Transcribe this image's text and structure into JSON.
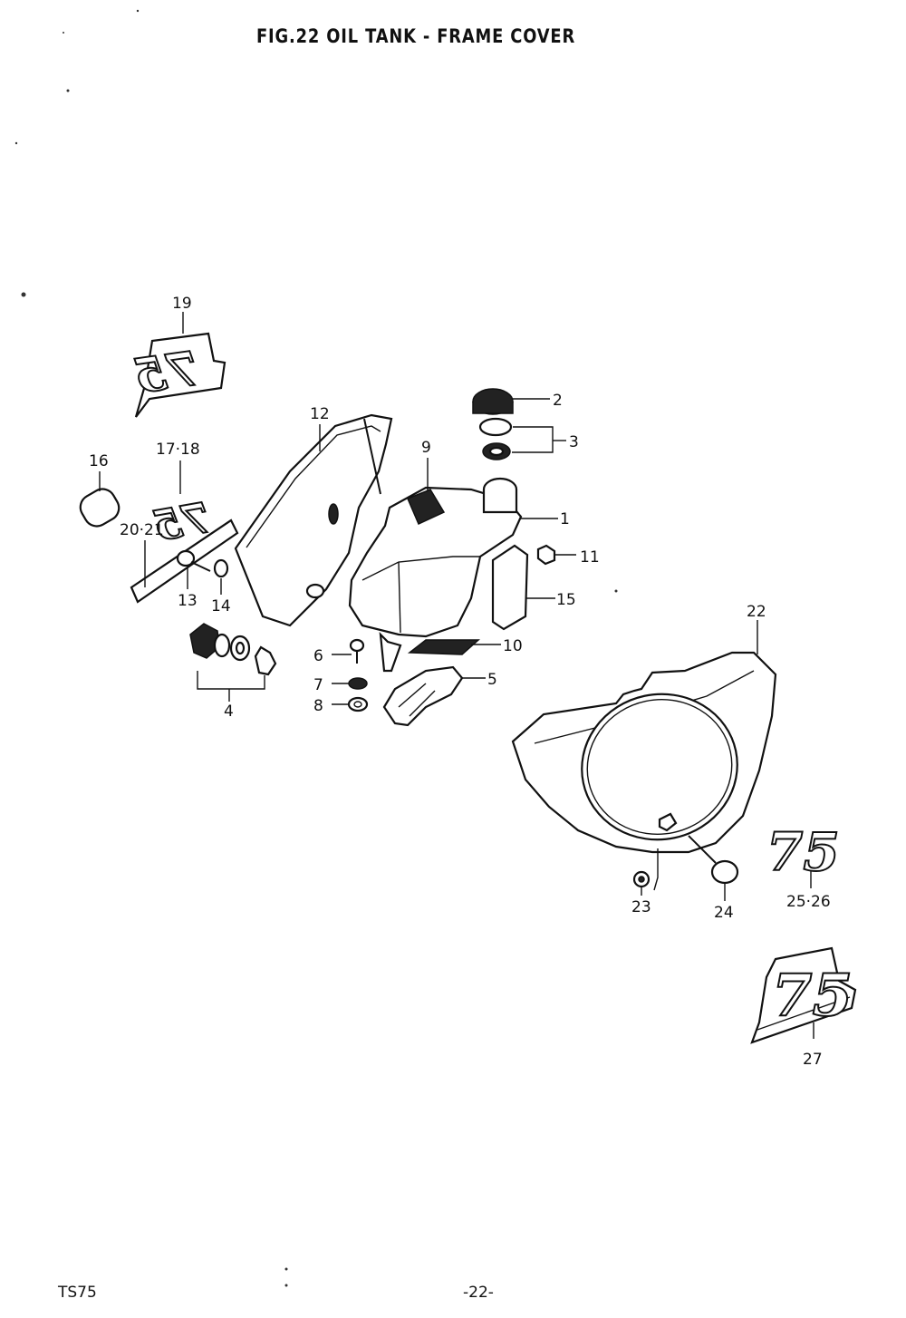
{
  "title": "FIG.22  OIL TANK - FRAME COVER",
  "footer": {
    "model": "TS75",
    "page": "-22-"
  },
  "emblem_text": "75",
  "parts": {
    "p1": "1",
    "p2": "2",
    "p3": "3",
    "p4": "4",
    "p5": "5",
    "p6": "6",
    "p7": "7",
    "p8": "8",
    "p9": "9",
    "p10": "10",
    "p11": "11",
    "p12": "12",
    "p13": "13",
    "p14": "14",
    "p15": "15",
    "p16": "16",
    "p17_18": "17·18",
    "p19": "19",
    "p20_21": "20·21",
    "p22": "22",
    "p23": "23",
    "p24": "24",
    "p25_26": "25·26",
    "p27": "27"
  }
}
